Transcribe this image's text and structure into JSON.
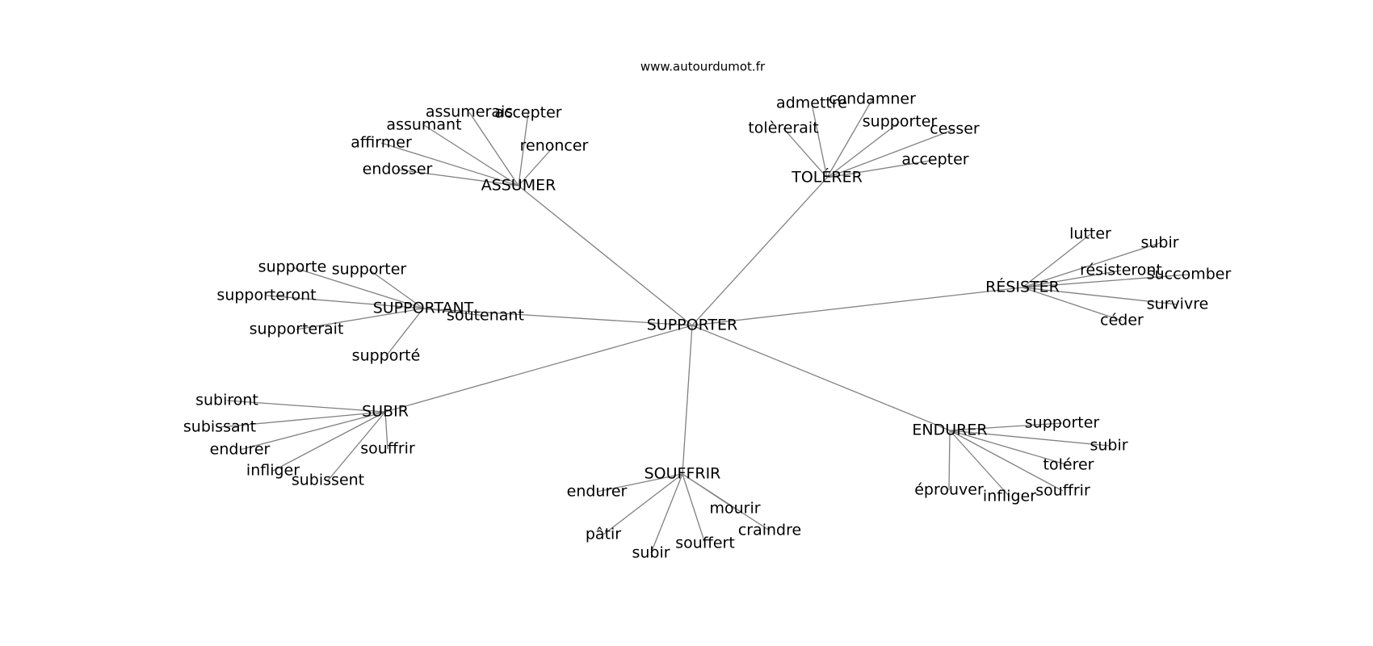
{
  "site": "www.autourdumot.fr",
  "center": "SUPPORTER",
  "groups": [
    {
      "id": "assumer",
      "label": "ASSUMER",
      "words": [
        "assumerais",
        "accepter",
        "assumant",
        "renoncer",
        "affirmer",
        "endosser"
      ]
    },
    {
      "id": "tolerer",
      "label": "TOLÉRER",
      "words": [
        "admettre",
        "condamner",
        "tolèrerait",
        "supporter",
        "cesser",
        "accepter"
      ]
    },
    {
      "id": "supportant",
      "label": "SUPPORTANT",
      "words": [
        "supporte",
        "supporter",
        "supporteront",
        "soutenant",
        "supporterait",
        "supporté"
      ]
    },
    {
      "id": "resister",
      "label": "RÉSISTER",
      "words": [
        "lutter",
        "subir",
        "résisteront",
        "succomber",
        "survivre",
        "céder"
      ]
    },
    {
      "id": "subir",
      "label": "SUBIR",
      "words": [
        "subiront",
        "subissant",
        "souffrir",
        "endurer",
        "infliger",
        "subissent"
      ]
    },
    {
      "id": "endurer",
      "label": "ENDURER",
      "words": [
        "supporter",
        "subir",
        "tolérer",
        "souffrir",
        "éprouver",
        "infliger"
      ]
    },
    {
      "id": "souffrir",
      "label": "SOUFFRIR",
      "words": [
        "endurer",
        "mourir",
        "craindre",
        "pâtir",
        "souffert",
        "subir"
      ]
    }
  ]
}
